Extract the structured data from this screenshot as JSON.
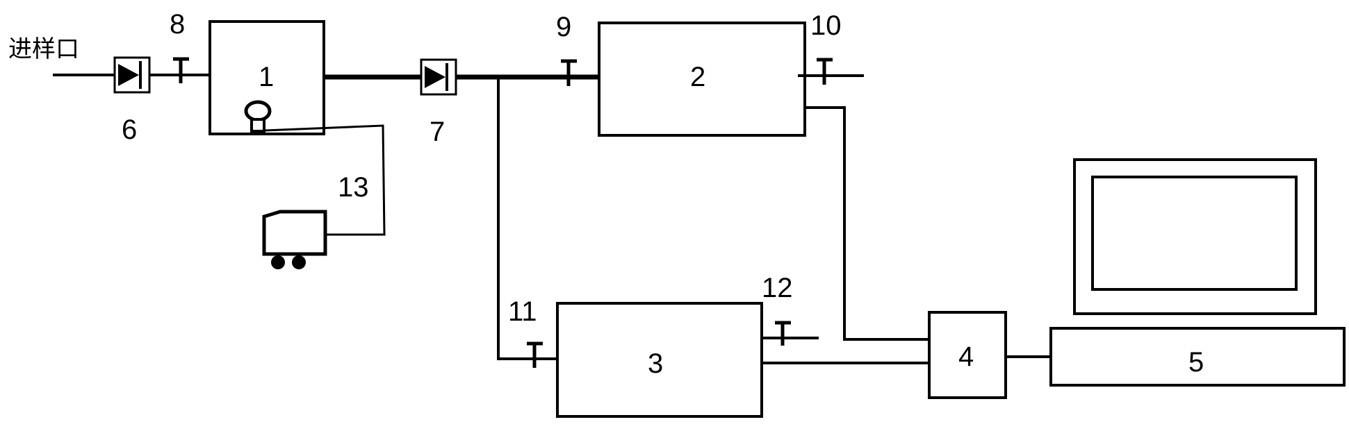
{
  "inlet_label": "进样口",
  "units": [
    {
      "id": "1",
      "label": "1"
    },
    {
      "id": "2",
      "label": "2"
    },
    {
      "id": "3",
      "label": "3"
    },
    {
      "id": "4",
      "label": "4"
    },
    {
      "id": "5",
      "label": "5"
    }
  ],
  "check_valves": [
    {
      "id": "6",
      "label": "6"
    },
    {
      "id": "7",
      "label": "7"
    }
  ],
  "shutoff_valves": [
    {
      "id": "8",
      "label": "8"
    },
    {
      "id": "9",
      "label": "9"
    },
    {
      "id": "10",
      "label": "10"
    },
    {
      "id": "11",
      "label": "11"
    },
    {
      "id": "12",
      "label": "12"
    }
  ],
  "controller": {
    "id": "13",
    "label": "13"
  }
}
